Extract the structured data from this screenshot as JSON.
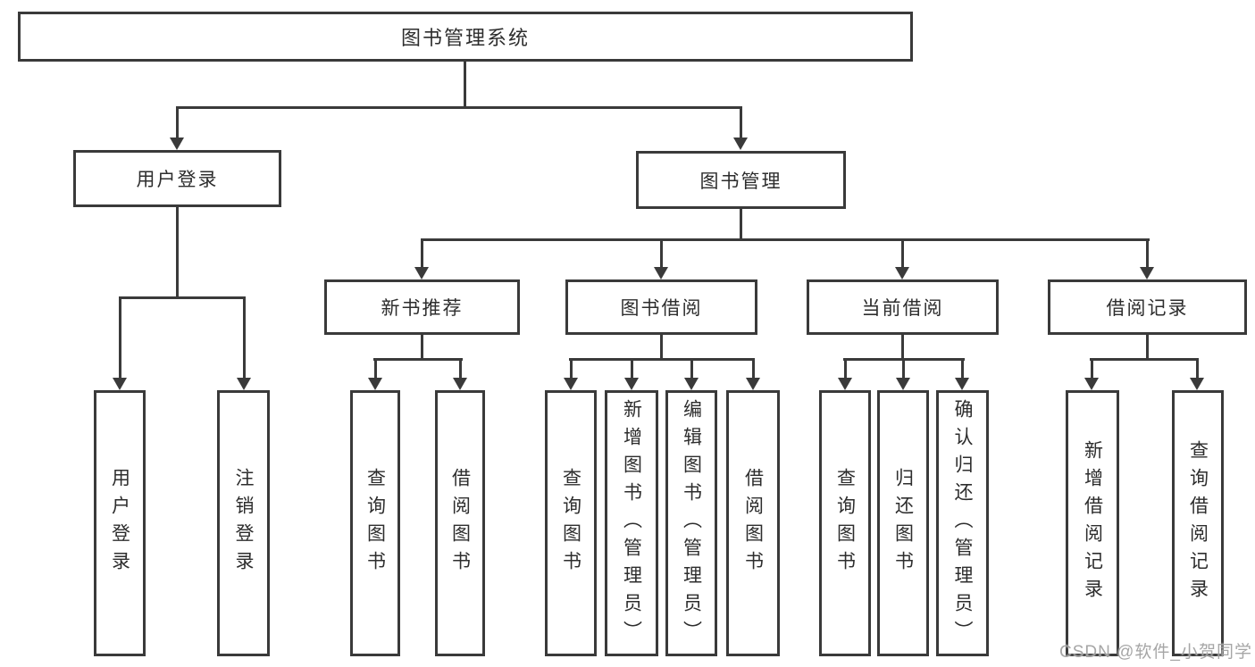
{
  "colors": {
    "line": "#3a3a3a",
    "text": "#2d2d2d",
    "background": "#ffffff",
    "watermark": "#9e9e9e"
  },
  "watermark": {
    "text": "CSDN @软件_小贺同学"
  },
  "nodes": {
    "root": {
      "label": "图书管理系统"
    },
    "user_login": {
      "label": "用户登录"
    },
    "book_mgmt": {
      "label": "图书管理"
    },
    "new_book_rec": {
      "label": "新书推荐"
    },
    "book_borrow": {
      "label": "图书借阅"
    },
    "current_borrow": {
      "label": "当前借阅"
    },
    "borrow_records": {
      "label": "借阅记录"
    },
    "leaves": [
      {
        "label": "用户登录"
      },
      {
        "label": "注销登录"
      },
      {
        "label": "查询图书"
      },
      {
        "label": "借阅图书"
      },
      {
        "label": "查询图书"
      },
      {
        "label": "新增图书（管理员）"
      },
      {
        "label": "编辑图书（管理员）"
      },
      {
        "label": "借阅图书"
      },
      {
        "label": "查询图书"
      },
      {
        "label": "归还图书"
      },
      {
        "label": "确认归还（管理员）"
      },
      {
        "label": "新增借阅记录"
      },
      {
        "label": "查询借阅记录"
      }
    ]
  }
}
